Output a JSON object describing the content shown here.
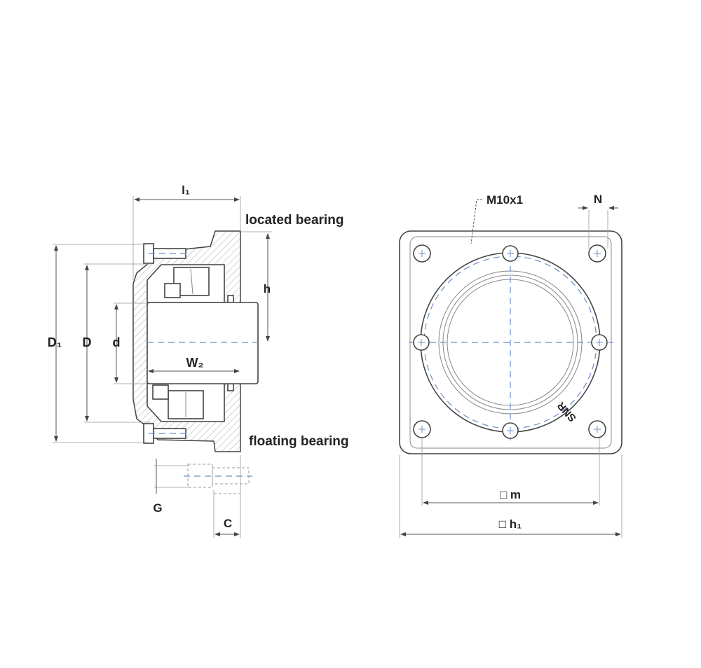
{
  "side_view": {
    "labels": {
      "l1": "l₁",
      "located_bearing": "located bearing",
      "floating_bearing": "floating bearing",
      "h": "h",
      "D1": "D₁",
      "D": "D",
      "d": "d",
      "W2": "W₂",
      "G": "G",
      "C": "C"
    }
  },
  "front_view": {
    "labels": {
      "thread": "M10x1",
      "N": "N",
      "m": "□ m",
      "h1": "□ h₁",
      "brand": "SNR"
    }
  },
  "colors": {
    "centerline": "#6a8fc7",
    "outline": "#444444"
  }
}
